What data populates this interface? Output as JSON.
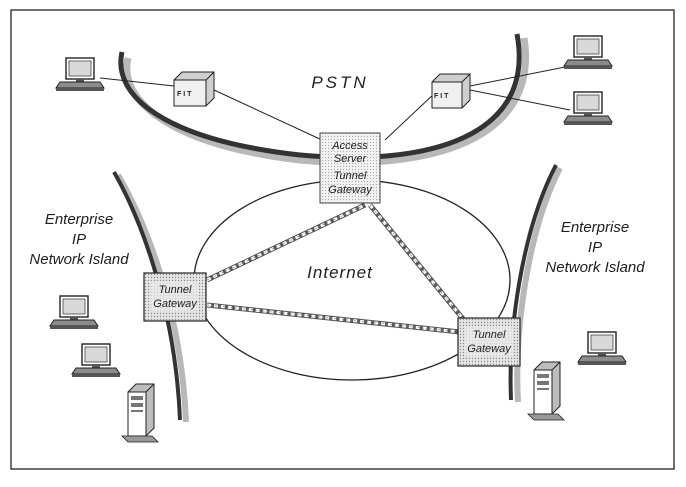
{
  "regions": {
    "pstn": "PSTN",
    "internet": "Internet",
    "enterprise_left": [
      "Enterprise",
      "IP",
      "Network Island"
    ],
    "enterprise_right": [
      "Enterprise",
      "IP",
      "Network Island"
    ]
  },
  "nodes": {
    "access_server": [
      "Access",
      "Server",
      "Tunnel",
      "Gateway"
    ],
    "tunnel_gateway_left": [
      "Tunnel",
      "Gateway"
    ],
    "tunnel_gateway_right": [
      "Tunnel",
      "Gateway"
    ],
    "switch_label": "F I T"
  }
}
